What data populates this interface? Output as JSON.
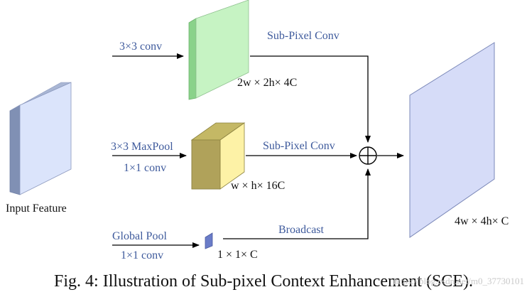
{
  "diagram": {
    "labels": {
      "input_feature": "Input Feature",
      "conv3x3": "3×3 conv",
      "maxpool": "3×3 MaxPool",
      "conv1x1_a": "1×1 conv",
      "global_pool": "Global Pool",
      "conv1x1_b": "1×1 conv",
      "subpixel_top": "Sub-Pixel Conv",
      "subpixel_mid": "Sub-Pixel Conv",
      "broadcast": "Broadcast",
      "dim_top": "2w × 2h× 4C",
      "dim_mid": "w × h× 16C",
      "dim_small": "1 × 1× C",
      "dim_output": "4w × 4h× C"
    },
    "caption": "Fig. 4: Illustration of Sub-pixel Context Enhancement (SCE).",
    "watermark": "https://blog.csdn.net/m0_37730101",
    "colors": {
      "label_blue": "#3e5a9c",
      "input_face": "#dbe4fb",
      "input_side": "#8090b4",
      "green_face": "#c6f3c3",
      "green_side": "#8ad28a",
      "yellow_front": "#fdf2a6",
      "yellow_top": "#c4b865",
      "yellow_side": "#b0a25a",
      "output_face": "#d6dcf8",
      "small_block": "#6a7cc8"
    }
  }
}
